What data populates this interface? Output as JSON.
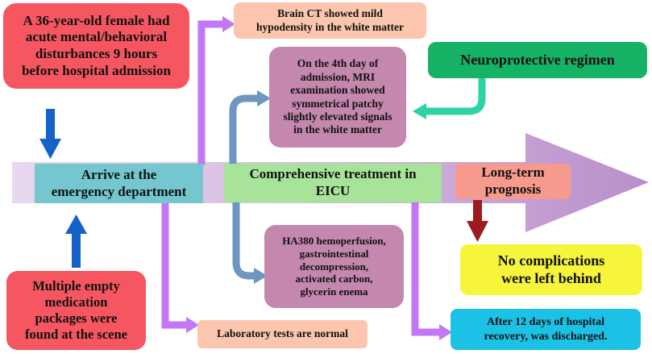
{
  "colors": {
    "timeline": "#c9a6d6",
    "connector_purple": "#c277f4",
    "connector_steel": "#6e96c2",
    "connector_teal": "#2ed3a3",
    "arrow_blue": "#1461c7",
    "arrow_darkred": "#9b1b1f"
  },
  "boxes": {
    "female": [
      "A 36-year-old female had",
      "acute mental/behavioral",
      "disturbances 9 hours",
      "before hospital admission"
    ],
    "ct": [
      "Brain CT showed mild",
      "hypodensity in the white matter"
    ],
    "neuro": [
      "Neuroprotective regimen"
    ],
    "mri": [
      "On the 4th day of",
      "admission, MRI",
      "examination showed",
      "symmetrical patchy",
      "slightly elevated signals",
      "in the white matter"
    ],
    "arrive": [
      "Arrive at the",
      "emergency department"
    ],
    "eicu": [
      "Comprehensive treatment in",
      "EICU"
    ],
    "long": [
      "Long-term",
      "prognosis"
    ],
    "no_comp": [
      "No complications",
      "were left behind"
    ],
    "ha": [
      "HA380 hemoperfusion,",
      "gastrointestinal",
      "decompression,",
      "activated carbon,",
      "glycerin enema"
    ],
    "multiple": [
      "Multiple empty",
      "medication",
      "packages were",
      "found at the scene"
    ],
    "lab": [
      "Laboratory tests are normal"
    ],
    "after": [
      "After 12 days of hospital",
      "recovery, was discharged."
    ]
  }
}
